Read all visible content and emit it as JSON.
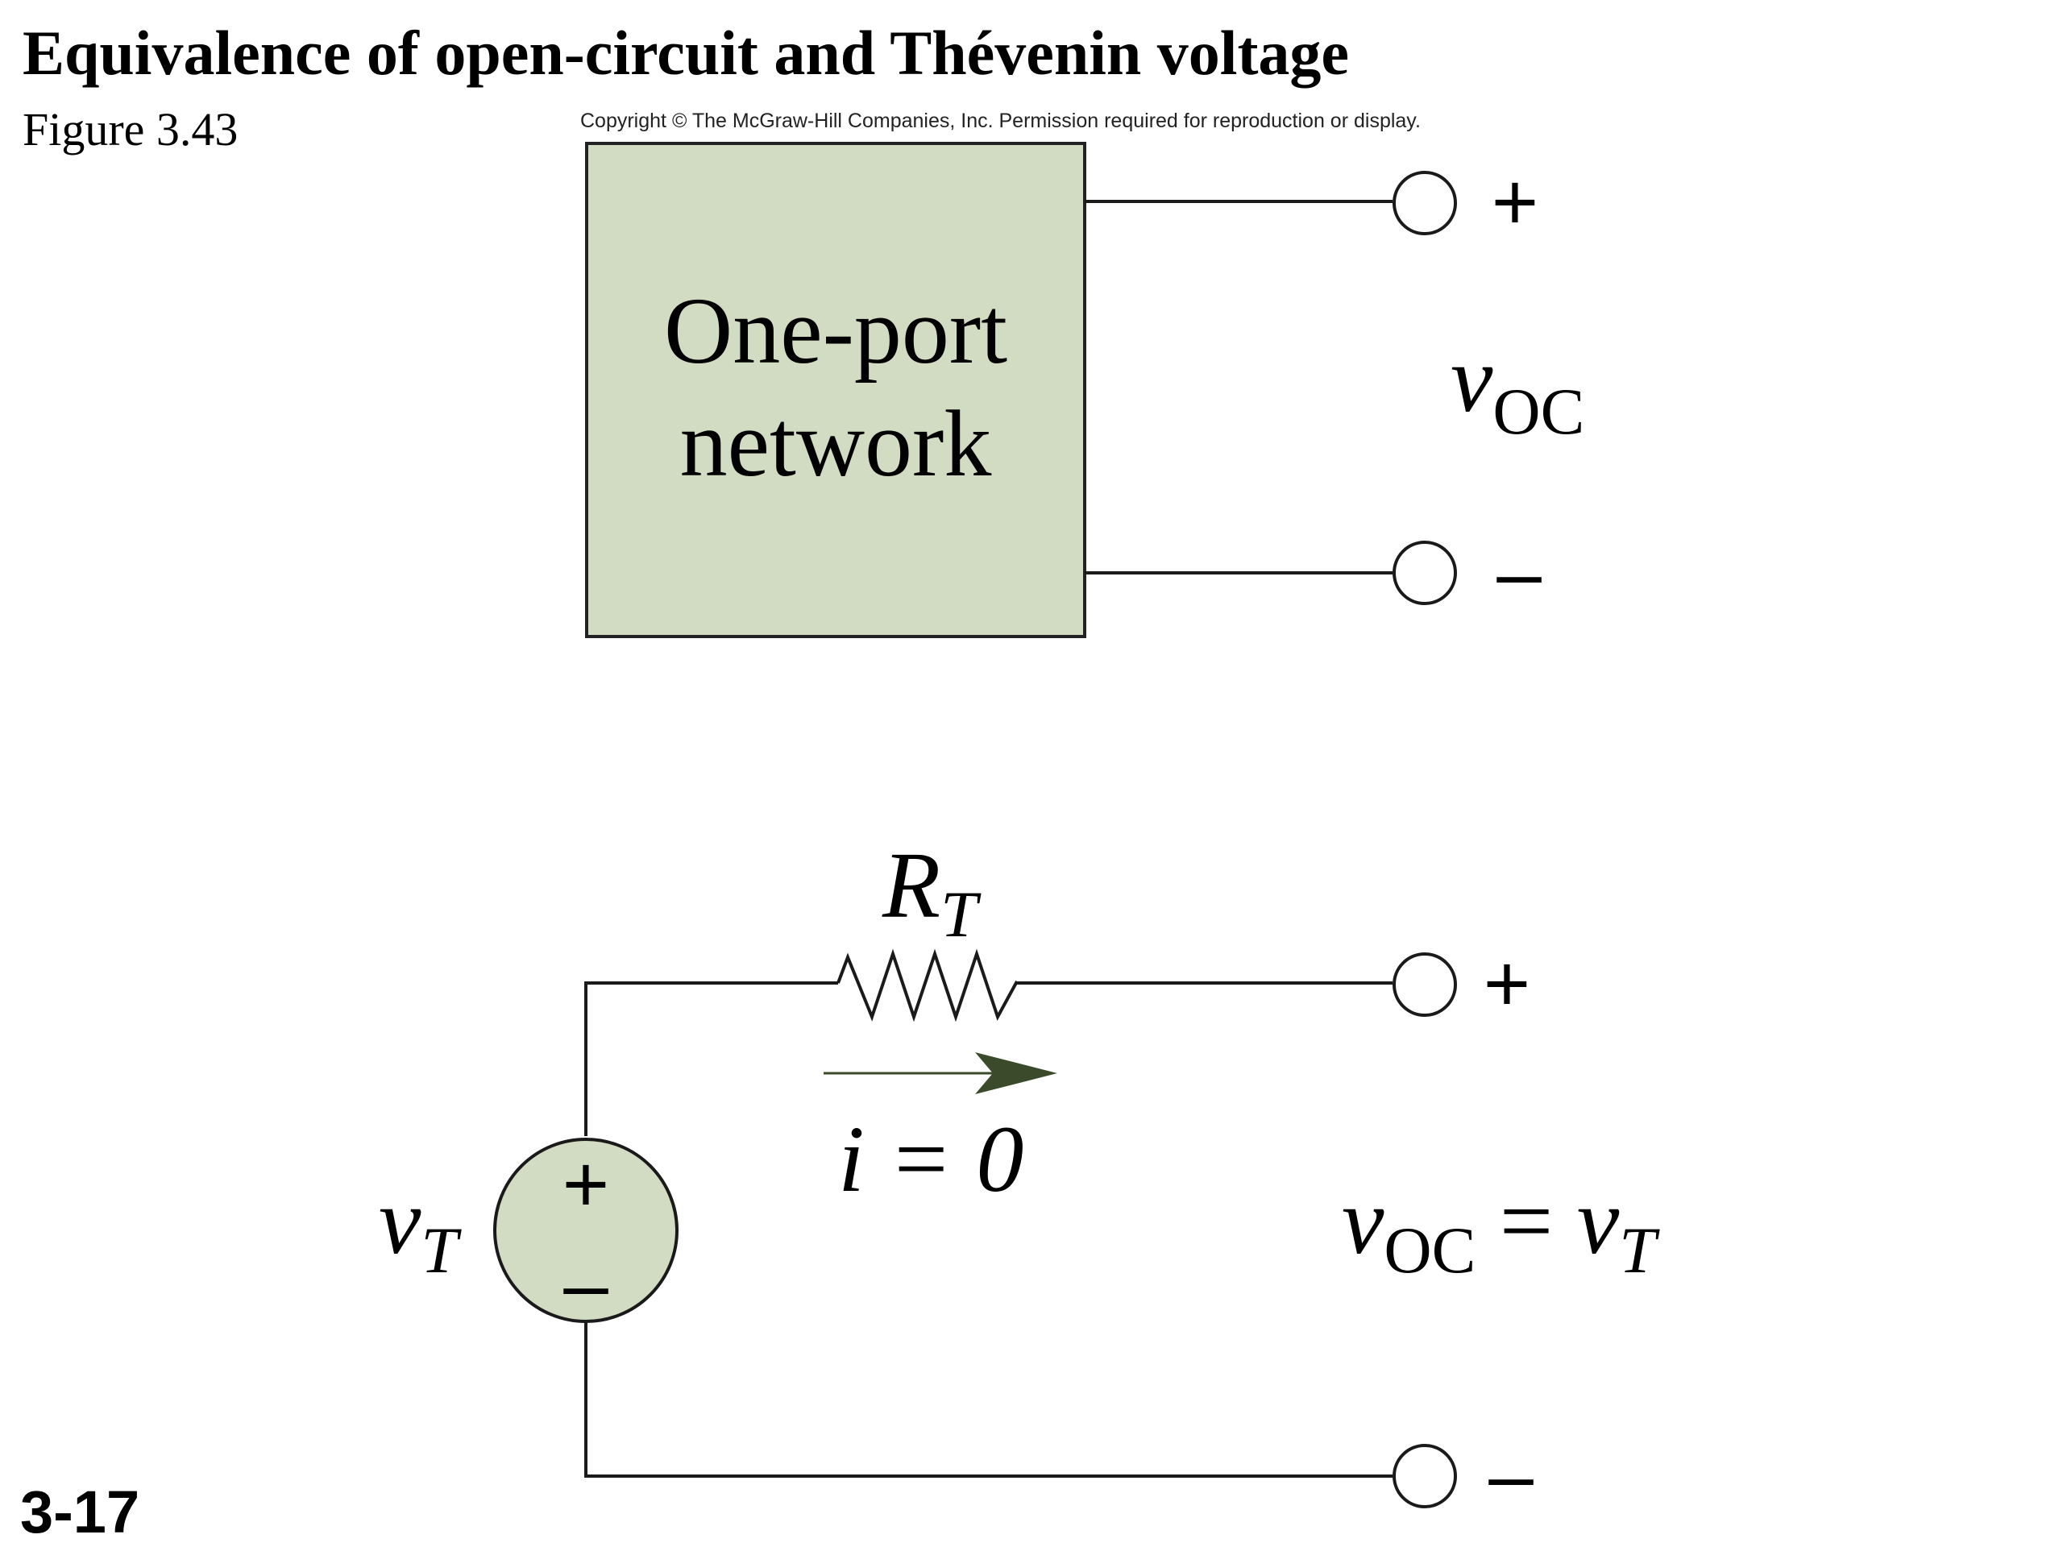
{
  "title": "Equivalence of open-circuit and Thévenin voltage",
  "figure_label": "Figure 3.43",
  "copyright": "Copyright © The McGraw-Hill Companies, Inc. Permission required for reproduction or display.",
  "slide_number": "3-17",
  "colors": {
    "box_fill": "#d2dcc3",
    "source_fill": "#d2dcc3",
    "arrow": "#3a4a2a",
    "wire": "#1a1a1a"
  },
  "top_circuit": {
    "box_line1": "One-port",
    "box_line2": "network",
    "plus": "+",
    "minus": "–",
    "v_main": "v",
    "v_sub": "OC"
  },
  "bottom_circuit": {
    "resistor_main": "R",
    "resistor_sub": "T",
    "current_label": "i = 0",
    "source_plus": "+",
    "source_minus": "–",
    "source_main": "v",
    "source_sub": "T",
    "plus": "+",
    "minus": "–",
    "eq_v1": "v",
    "eq_sub1": "OC",
    "eq_sign": " = ",
    "eq_v2": "v",
    "eq_sub2": "T"
  }
}
